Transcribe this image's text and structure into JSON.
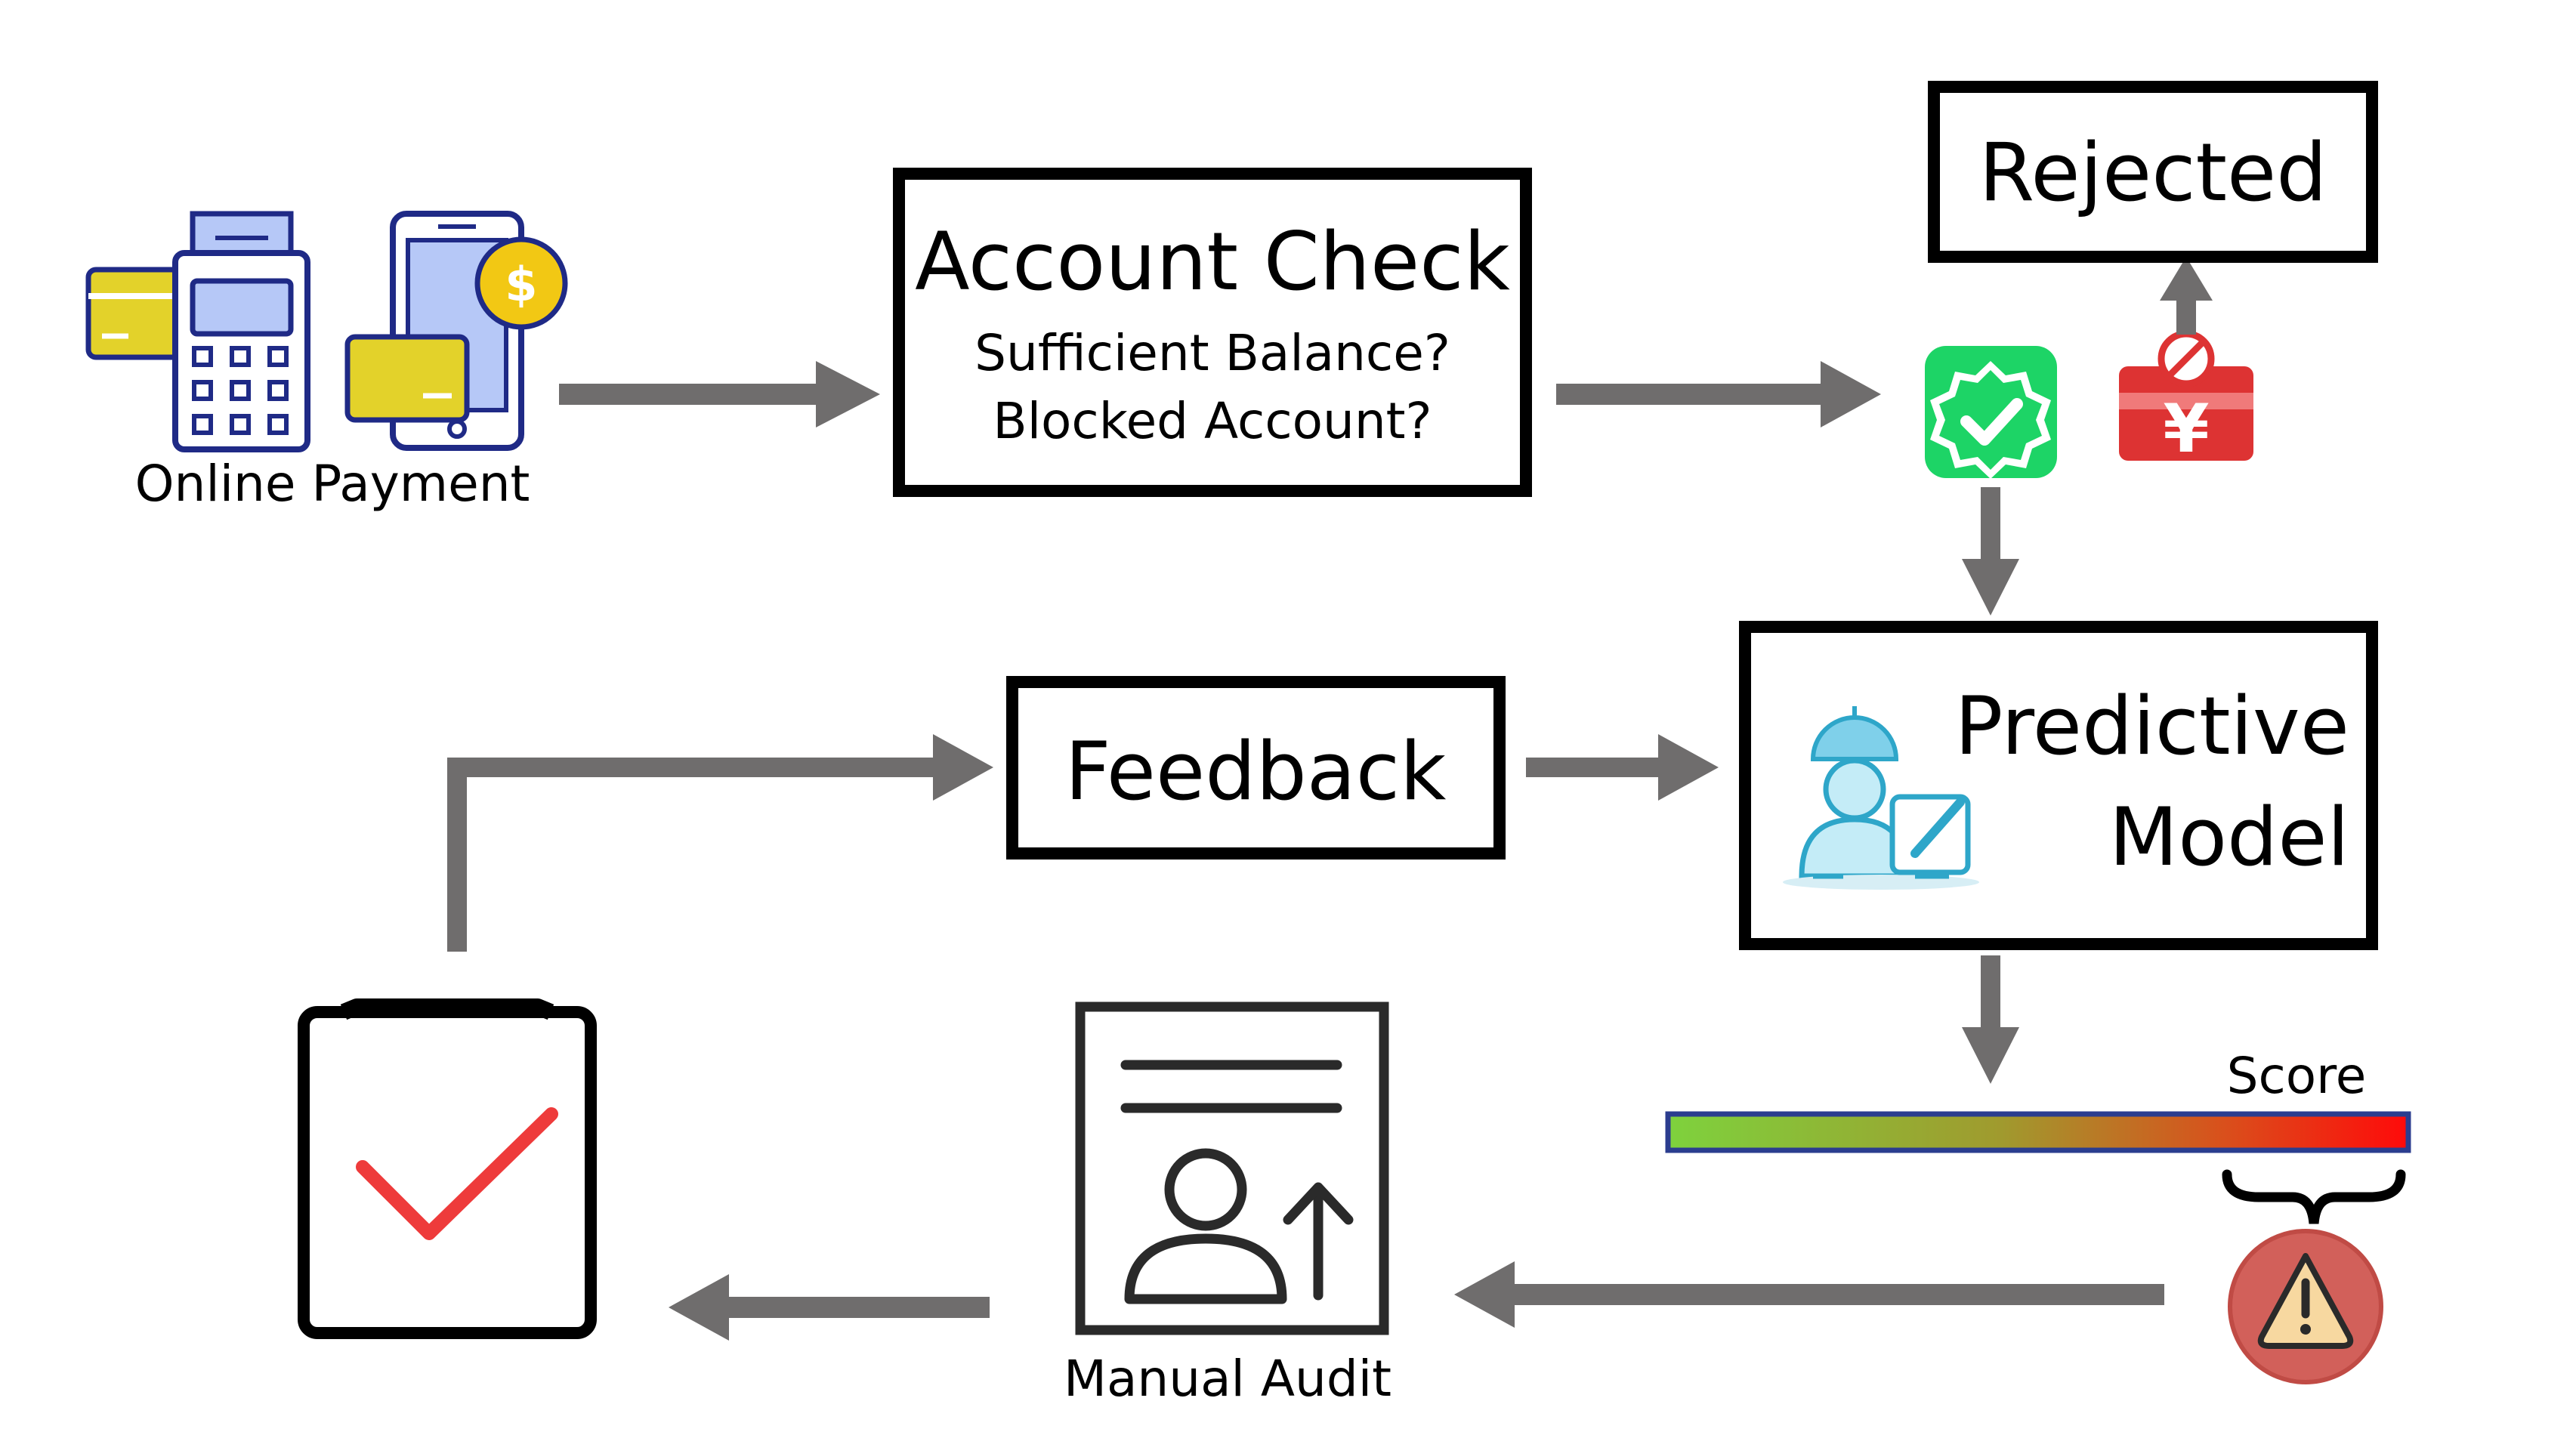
{
  "nodes": {
    "online_payment": {
      "label": "Online Payment"
    },
    "account_check": {
      "title": "Account Check",
      "line1": "Sufficient Balance?",
      "line2": "Blocked Account?"
    },
    "rejected": {
      "label": "Rejected"
    },
    "feedback": {
      "label": "Feedback"
    },
    "predictive_model": {
      "line1": "Predictive",
      "line2": "Model"
    },
    "score": {
      "label": "Score"
    },
    "manual_audit": {
      "label": "Manual Audit"
    }
  },
  "colors": {
    "arrow": "#6f6d6d",
    "card_yellow": "#e3d22a",
    "device_blue": "#1f2a86",
    "device_fill": "#b6c8f7",
    "coin": "#f2c814",
    "approve_green": "#1dd466",
    "reject_red": "#dd3333",
    "model_icon": "#2ea6c9",
    "score_start": "#7ed23d",
    "score_end": "#ff0a0a",
    "score_border": "#2b3d8f",
    "warning_circle": "#d2605a",
    "warning_triangle": "#f7d8a0",
    "check_red": "#ee3b3b"
  },
  "icons": [
    "pos-terminal-icon",
    "credit-card-icon",
    "smartphone-icon",
    "dollar-coin-icon",
    "approved-badge-icon",
    "rejected-payment-icon",
    "underwriter-icon",
    "warning-icon",
    "manual-audit-document-icon",
    "checklist-clipboard-icon"
  ]
}
